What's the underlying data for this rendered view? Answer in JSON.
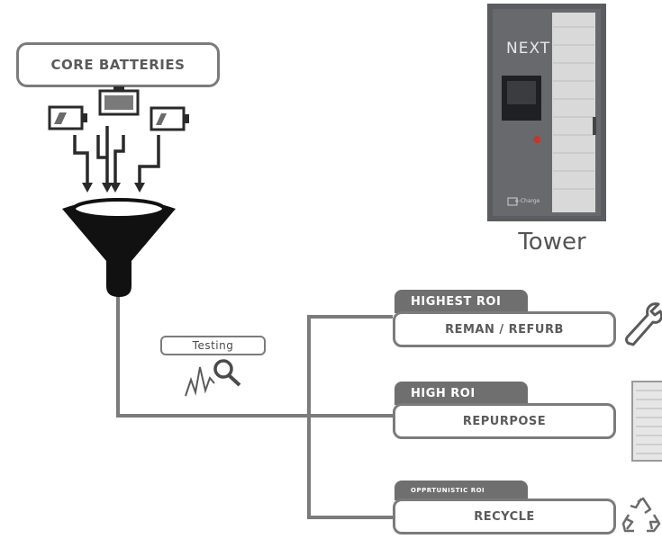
{
  "core": {
    "label": "CORE BATTERIES"
  },
  "testing": {
    "label": "Testing"
  },
  "tower": {
    "label": "Tower",
    "screen_text": "NEXT",
    "brand": "e-Charge"
  },
  "outcomes": [
    {
      "tier": "HIGHEST ROI",
      "action": "REMAN / REFURB",
      "icon": "wrench-icon"
    },
    {
      "tier": "HIGH ROI",
      "action": "REPURPOSE",
      "icon": "battery-cabinet-icon"
    },
    {
      "tier": "OPPRTUNISTIC ROI",
      "action": "RECYCLE",
      "icon": "recycle-icon"
    }
  ],
  "colors": {
    "line": "#7b7b7b",
    "tab": "#6f6f6f",
    "funnel": "#111111",
    "tower": "#5b5c5f"
  }
}
